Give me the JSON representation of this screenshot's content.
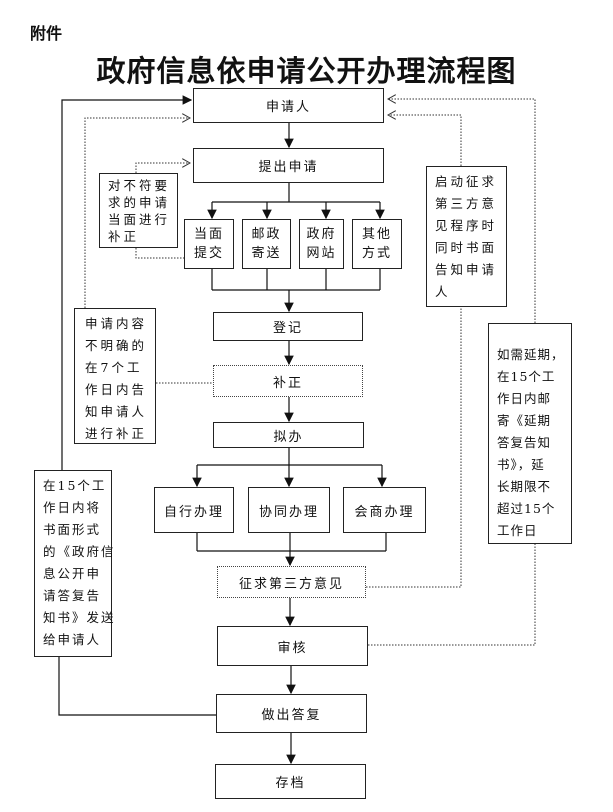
{
  "attachment_label": "附件",
  "title": "政府信息依申请公开办理流程图",
  "nodes": {
    "applicant": "申请人",
    "submit": "提出申请",
    "in_person": [
      "当面",
      "提交"
    ],
    "post": [
      "邮政",
      "寄送"
    ],
    "website": [
      "政府",
      "网站"
    ],
    "other": [
      "其他",
      "方式"
    ],
    "register": "登记",
    "supplement": "补正",
    "draft": "拟办",
    "self_handle": "自行办理",
    "joint_handle": "协同办理",
    "consult_handle": "会商办理",
    "third_party": "征求第三方意见",
    "review": "审核",
    "reply": "做出答复",
    "archive": "存档"
  },
  "notes": {
    "noncompliant": [
      "对不符要",
      "求的申请",
      "当面进行",
      "补正"
    ],
    "unclear": [
      "申请内容",
      "不明确的",
      "在7个工",
      "作日内告",
      "知申请人",
      "进行补正"
    ],
    "written_reply": [
      "在15个工",
      "作日内将",
      "书面形式",
      "的《政府信",
      "息公开申",
      "请答复告",
      "知书》发送",
      "给申请人"
    ],
    "third_party_notice": [
      "启动征求",
      "第三方意",
      "见程序时",
      "同时书面",
      "告知申请",
      "人"
    ],
    "extension": [
      "如需延期，",
      "在15个工",
      "作日内邮",
      "寄《延期",
      "答复告知",
      "书》，延",
      "长期限不",
      "超过15个",
      "工作日"
    ]
  }
}
